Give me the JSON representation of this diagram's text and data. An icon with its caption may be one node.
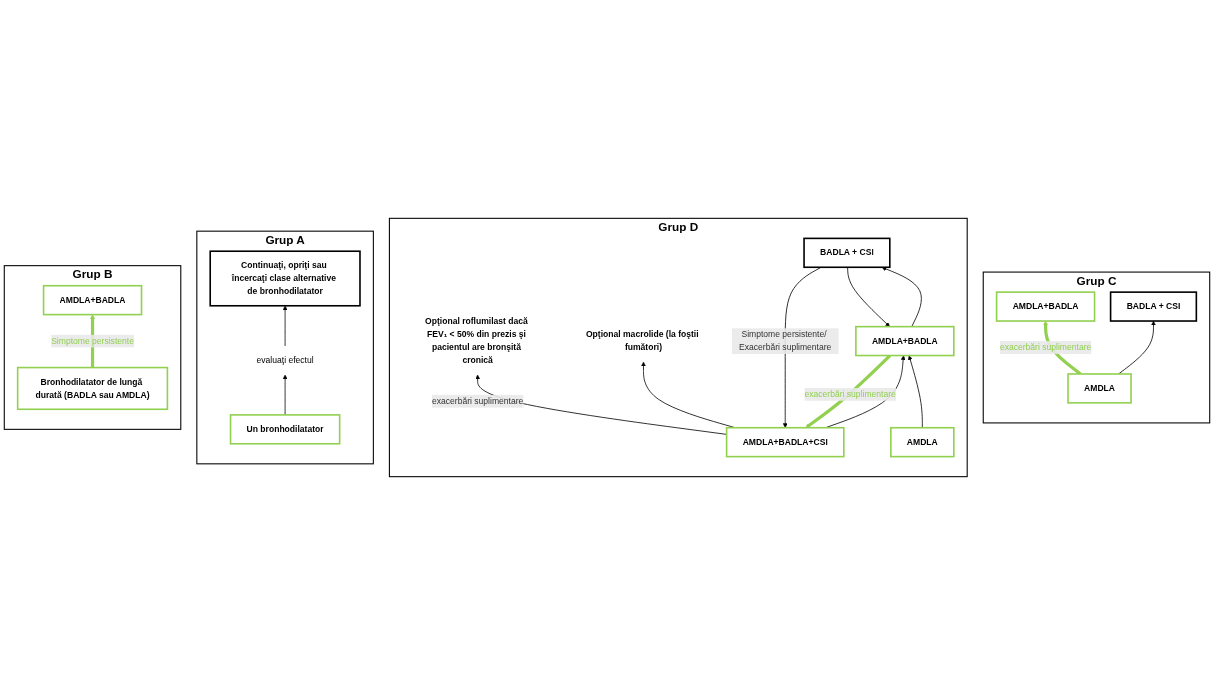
{
  "diagram": {
    "nodes": [
      {
        "text": [
          "Grup C"
        ]
      },
      {
        "text": [
          "AMDLA+BADLA"
        ],
        "in": 0
      },
      {
        "text": [
          "BADLA + CSI"
        ],
        "in": 0
      },
      {
        "text": [
          "AMDLA"
        ],
        "in": 0
      },
      {
        "text": [
          "Grup D"
        ]
      },
      {
        "text": [
          "Opţional roflumilast dacă FEV₁ < 50% din prezis şi pacientul are bronşită cronică"
        ],
        "in": 4
      },
      {
        "text": [
          "Opţional macrolide (la foştii fumători)"
        ],
        "in": 4
      },
      {
        "text": [
          "AMDLA+BADLA+CSI"
        ],
        "in": 4
      },
      {
        "text": [
          "AMDLA"
        ],
        "in": 4
      },
      {
        "text": [
          "AMDLA+BADLA"
        ],
        "in": 4
      },
      {
        "text": [
          "BADLA + CSI"
        ],
        "in": 4
      },
      {
        "text": [
          "Grup A"
        ]
      },
      {
        "text": [
          "Continuaţi, opriţi sau încercaţi clase alternative de bronhodilatator"
        ],
        "in": 11
      },
      {
        "text": [
          "evaluaţi efectul"
        ],
        "in": 11
      },
      {
        "text": [
          "Un bronhodilatator"
        ],
        "in": 11
      },
      {
        "text": [
          "Grup B"
        ]
      },
      {
        "text": [
          "AMDLA+BADLA"
        ],
        "in": 15
      },
      {
        "text": [
          "Bronhodilatator de lungă durată (BADLA sau AMDLA)"
        ],
        "in": 15
      }
    ],
    "edges": [
      {
        "from": 3,
        "to": 1,
        "arrow": "to",
        "label": "exacerbări suplimentare",
        "style": "thick",
        "color": "#92d050"
      },
      {
        "from": 3,
        "to": 2,
        "arrow": "to"
      },
      {
        "from": 7,
        "to": 5,
        "arrow": "to",
        "label": "exacerbări suplimentare"
      },
      {
        "from": 7,
        "to": 6,
        "arrow": "to"
      },
      {
        "from": 8,
        "to": 9,
        "arrow": "to"
      },
      {
        "from": 9,
        "to": 7,
        "arrow": "to",
        "label": "exacerbări suplimentare",
        "style": "thick",
        "color": "#92d050"
      },
      {
        "from": 7,
        "to": 9,
        "arrow": "to"
      },
      {
        "from": 9,
        "to": 10,
        "arrow": "to"
      },
      {
        "from": 10,
        "to": 9,
        "arrow": "to"
      },
      {
        "from": 10,
        "to": 7,
        "arrow": "to",
        "label": "Simptome persistente/ Exacerbări suplimentare"
      },
      {
        "from": 14,
        "to": 13,
        "arrow": "to"
      },
      {
        "from": 13,
        "to": 12,
        "arrow": "to"
      },
      {
        "from": 17,
        "to": 16,
        "arrow": "to",
        "label": "Simptome persistente",
        "style": "thick",
        "color": "#92d050"
      }
    ]
  }
}
